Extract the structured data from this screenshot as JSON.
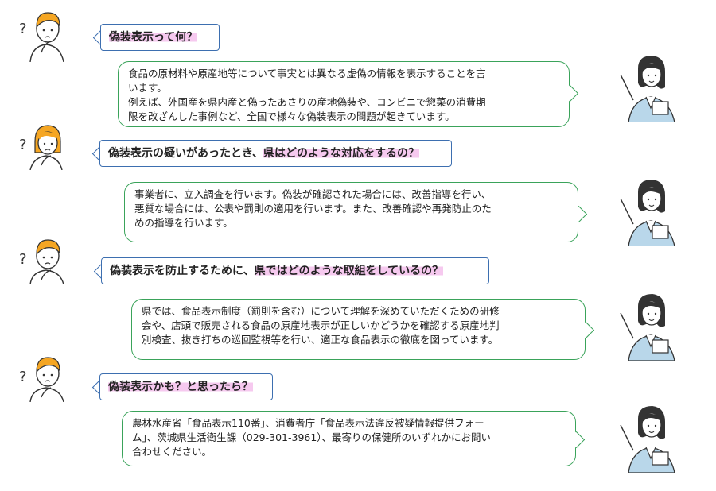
{
  "qa": [
    {
      "question": {
        "plain": "",
        "highlight": "偽装表示って何？",
        "suffix": ""
      },
      "answer": [
        "食品の原材料や原産地等について事実とは異なる虚偽の情報を表示することを言",
        "います。",
        "例えば、外国産を県内産と偽ったあさりの産地偽装や、コンビニで惣菜の消費期",
        "限を改ざんした事例など、全国で様々な偽装表示の問題が起きています。"
      ]
    },
    {
      "question": {
        "plain": "偽装表示の疑いがあったとき、",
        "highlight": "県はどのような対応をするの？",
        "suffix": ""
      },
      "answer": [
        "事業者に、立入調査を行います。偽装が確認された場合には、改善指導を行い、",
        "悪質な場合には、公表や罰則の適用を行います。また、改善確認や再発防止のた",
        "めの指導を行います。"
      ]
    },
    {
      "question": {
        "plain": "偽装表示を防止するために、",
        "highlight": "県ではどのような取組をしているの？",
        "suffix": ""
      },
      "answer": [
        "県では、食品表示制度（罰則を含む）について理解を深めていただくための研修",
        "会や、店頭で販売される食品の原産地表示が正しいかどうかを確認する原産地判",
        "別検査、抜き打ちの巡回監視等を行い、適正な食品表示の徹底を図っています。"
      ]
    },
    {
      "question": {
        "plain": "",
        "highlight": "偽装表示かも？と思ったら？",
        "suffix": ""
      },
      "answer": [
        "農林水産省「食品表示110番」、消費者庁「食品表示法違反被疑情報提供フォー",
        "ム」、茨城県生活衛生課（029-301-3961）、最寄りの保健所のいずれかにお問い",
        "合わせください。"
      ]
    }
  ],
  "colors": {
    "question_border": "#3d6fb0",
    "answer_border": "#3aa35a",
    "highlight": "#f6c9ef",
    "hair_boy": "#f5a623",
    "hair_girl": "#f5a623",
    "teacher_jacket": "#b9d7ea"
  }
}
